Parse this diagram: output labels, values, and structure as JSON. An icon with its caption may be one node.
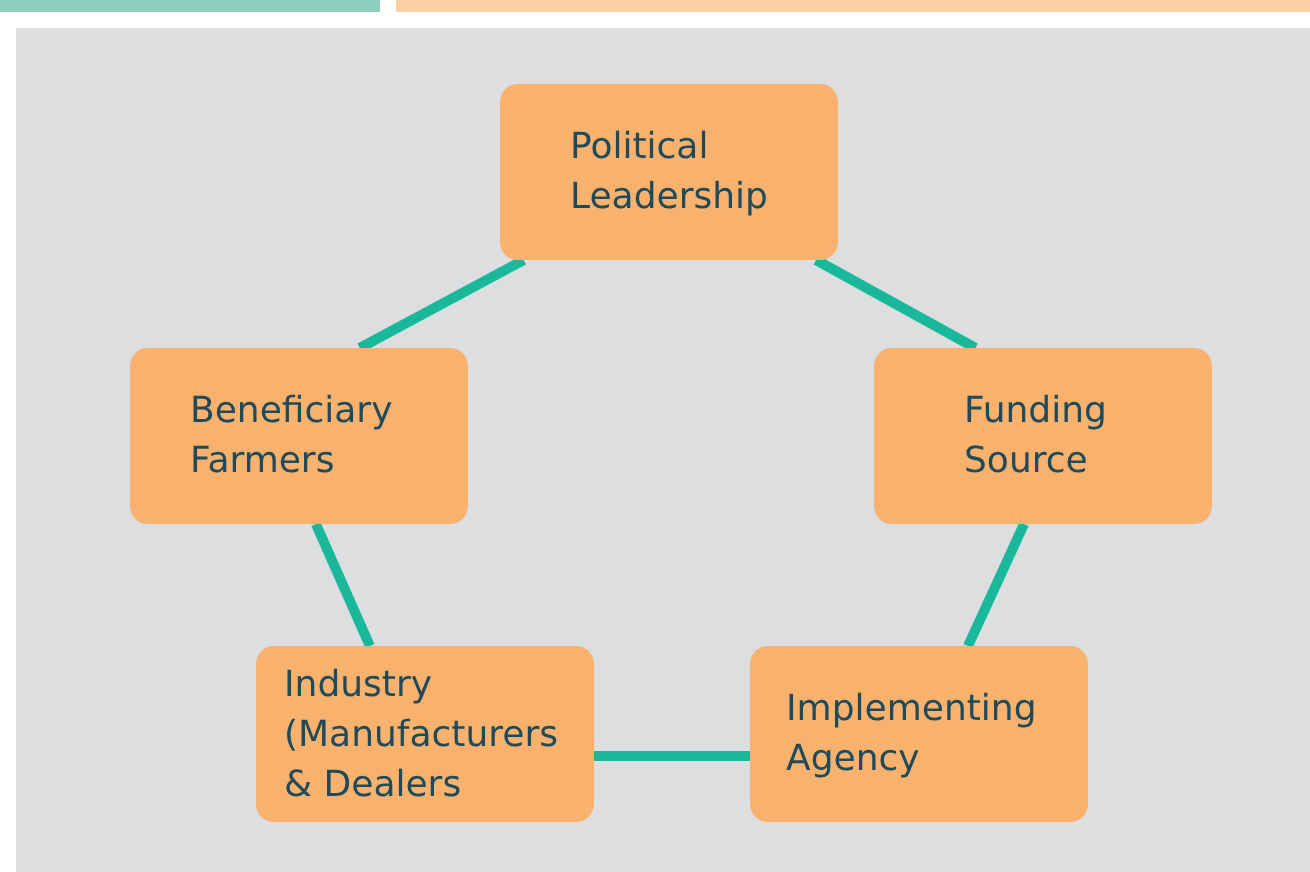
{
  "diagram": {
    "nodes": [
      {
        "text": [
          "Political Leadership"
        ]
      },
      {
        "text": [
          "Funding Source"
        ]
      },
      {
        "text": [
          "Implementing Agency"
        ]
      },
      {
        "text": [
          "Industry (Manufacturers & Dealers"
        ]
      },
      {
        "text": [
          "Beneficiary Farmers"
        ]
      }
    ],
    "edges": [
      {
        "from": 0,
        "to": 1,
        "arrow": "none"
      },
      {
        "from": 1,
        "to": 2,
        "arrow": "none"
      },
      {
        "from": 2,
        "to": 3,
        "arrow": "none"
      },
      {
        "from": 3,
        "to": 4,
        "arrow": "none"
      },
      {
        "from": 4,
        "to": 0,
        "arrow": "none"
      }
    ]
  }
}
